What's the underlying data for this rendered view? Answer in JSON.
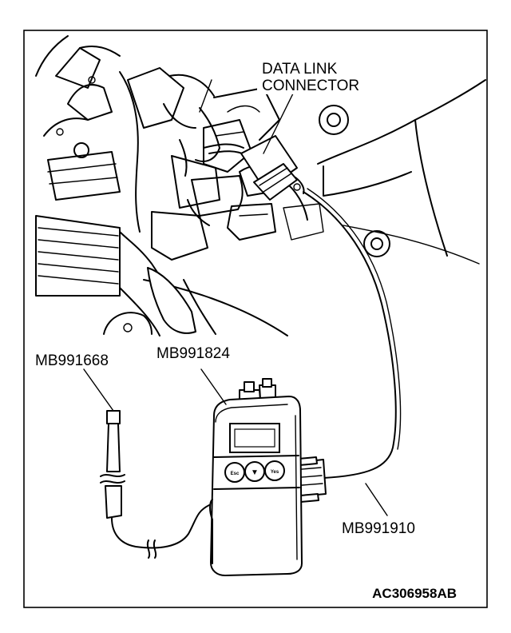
{
  "callouts": {
    "data_link_connector_line1": "DATA LINK",
    "data_link_connector_line2": "CONNECTOR",
    "tool_mb991668": "MB991668",
    "tool_mb991824": "MB991824",
    "tool_mb991910": "MB991910"
  },
  "figure_code": "AC306958AB",
  "tester": {
    "button_left": "Esc",
    "button_middle": "▼",
    "button_right": "Yes"
  }
}
